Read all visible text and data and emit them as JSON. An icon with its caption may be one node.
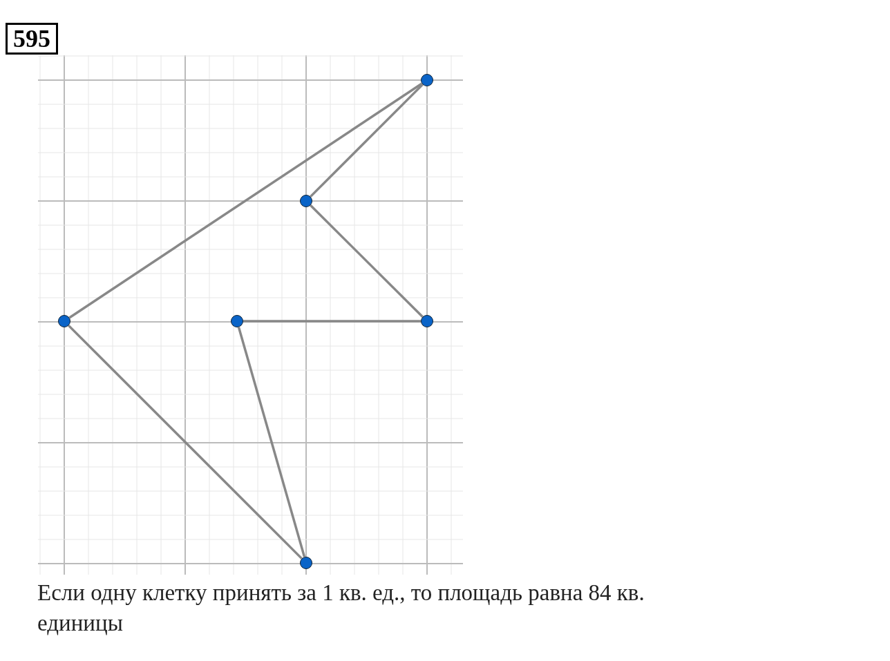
{
  "diagram": {
    "title": "595",
    "caption": "Если одну клетку принять за 1 кв. ед., то площадь равна 84 кв. единицы",
    "nodes": [
      {
        "text": [],
        "shape": "circle"
      },
      {
        "text": [],
        "shape": "circle"
      },
      {
        "text": [],
        "shape": "circle"
      },
      {
        "text": [],
        "shape": "circle"
      },
      {
        "text": [],
        "shape": "circle"
      },
      {
        "text": [],
        "shape": "circle"
      }
    ],
    "edges": [
      {
        "from": 2,
        "to": 0,
        "arrow": "none"
      },
      {
        "from": 0,
        "to": 1,
        "arrow": "none"
      },
      {
        "from": 1,
        "to": 4,
        "arrow": "none"
      },
      {
        "from": 4,
        "to": 3,
        "arrow": "none"
      },
      {
        "from": 3,
        "to": 5,
        "arrow": "none"
      },
      {
        "from": 5,
        "to": 2,
        "arrow": "none"
      }
    ]
  }
}
